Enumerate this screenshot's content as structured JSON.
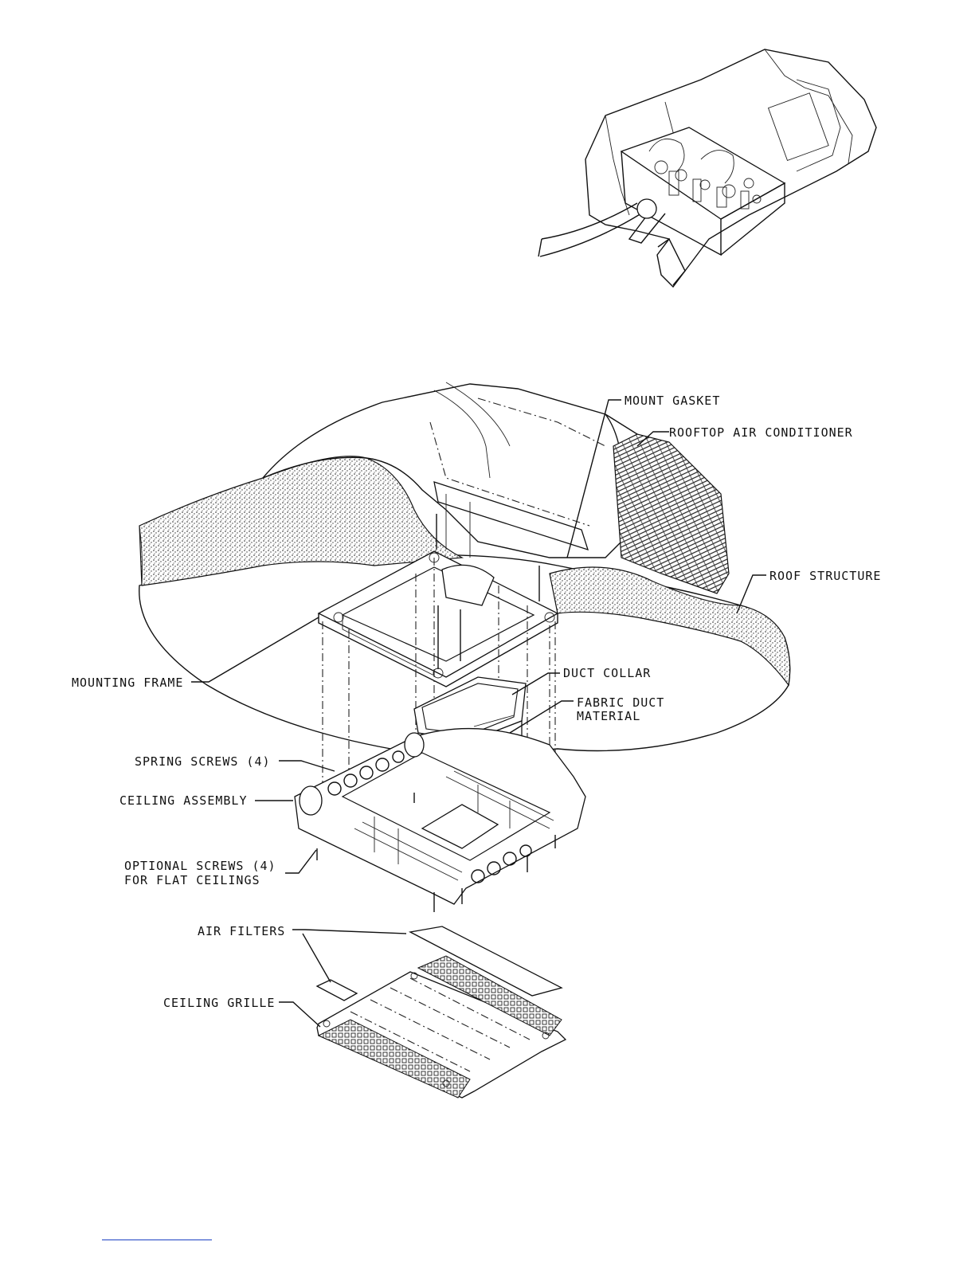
{
  "labels": {
    "mount_gasket": "MOUNT GASKET",
    "rooftop_ac": "ROOFTOP AIR CONDITIONER",
    "roof_structure": "ROOF STRUCTURE",
    "mounting_frame": "MOUNTING FRAME",
    "duct_collar": "DUCT COLLAR",
    "fabric_duct_1": "FABRIC DUCT",
    "fabric_duct_2": "MATERIAL",
    "spring_screws": "SPRING SCREWS (4)",
    "ceiling_assembly": "CEILING ASSEMBLY",
    "optional_screws_1": "OPTIONAL SCREWS (4)",
    "optional_screws_2": "FOR FLAT CEILINGS",
    "air_filters": "AIR FILTERS",
    "ceiling_grille": "CEILING GRILLE"
  },
  "colors": {
    "line": "#111111",
    "link": "#1a3fc2"
  }
}
